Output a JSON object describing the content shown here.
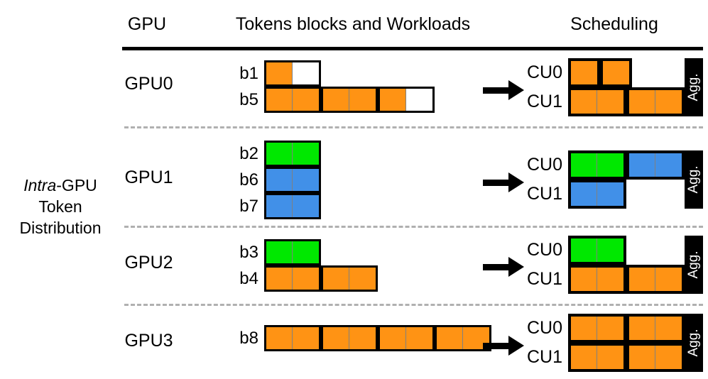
{
  "figure": {
    "side_caption_italic": "Intra",
    "side_caption_rest": "-GPU",
    "side_caption_line2": "Token",
    "side_caption_line3": "Distribution"
  },
  "headers": {
    "gpu": "GPU",
    "tokens": "Tokens blocks and Workloads",
    "scheduling": "Scheduling"
  },
  "colors": {
    "orange": "#FF9314",
    "green": "#00E800",
    "blue": "#4190E8",
    "white": "#FFFFFF",
    "outline": "#000000",
    "separator": "#B0B0B0"
  },
  "agg_label": "Agg.",
  "rows": [
    {
      "gpu": "GPU0",
      "blocks": [
        {
          "name": "b1",
          "groups": [
            [
              "orange",
              "white"
            ]
          ]
        },
        {
          "name": "b5",
          "groups": [
            [
              "orange",
              "orange"
            ],
            [
              "orange",
              "orange"
            ],
            [
              "orange",
              "white"
            ]
          ]
        }
      ],
      "scheduling": {
        "units": [
          "CU0",
          "CU1"
        ],
        "cu_rows": [
          {
            "unit": "CU0",
            "groups": [
              [
                "orange"
              ],
              [
                "orange"
              ]
            ]
          },
          {
            "unit": "CU1",
            "groups": [
              [
                "orange",
                "orange"
              ],
              [
                "orange",
                "orange"
              ]
            ]
          }
        ]
      }
    },
    {
      "gpu": "GPU1",
      "blocks": [
        {
          "name": "b2",
          "groups": [
            [
              "green",
              "green"
            ]
          ]
        },
        {
          "name": "b6",
          "groups": [
            [
              "blue",
              "blue"
            ]
          ]
        },
        {
          "name": "b7",
          "groups": [
            [
              "blue",
              "blue"
            ]
          ]
        }
      ],
      "scheduling": {
        "units": [
          "CU0",
          "CU1"
        ],
        "cu_rows": [
          {
            "unit": "CU0",
            "groups": [
              [
                "green",
                "green"
              ],
              [
                "blue",
                "blue"
              ]
            ]
          },
          {
            "unit": "CU1",
            "groups": [
              [
                "blue",
                "blue"
              ]
            ]
          }
        ]
      }
    },
    {
      "gpu": "GPU2",
      "blocks": [
        {
          "name": "b3",
          "groups": [
            [
              "green",
              "green"
            ]
          ]
        },
        {
          "name": "b4",
          "groups": [
            [
              "orange",
              "orange"
            ],
            [
              "orange",
              "orange"
            ]
          ]
        }
      ],
      "scheduling": {
        "units": [
          "CU0",
          "CU1"
        ],
        "cu_rows": [
          {
            "unit": "CU0",
            "groups": [
              [
                "green",
                "green"
              ]
            ]
          },
          {
            "unit": "CU1",
            "groups": [
              [
                "orange",
                "orange"
              ],
              [
                "orange",
                "orange"
              ]
            ]
          }
        ]
      }
    },
    {
      "gpu": "GPU3",
      "blocks": [
        {
          "name": "b8",
          "groups": [
            [
              "orange",
              "orange"
            ],
            [
              "orange",
              "orange"
            ],
            [
              "orange",
              "orange"
            ],
            [
              "orange",
              "orange"
            ]
          ]
        }
      ],
      "scheduling": {
        "units": [
          "CU0",
          "CU1"
        ],
        "cu_rows": [
          {
            "unit": "CU0",
            "groups": [
              [
                "orange",
                "orange"
              ],
              [
                "orange",
                "orange"
              ]
            ]
          },
          {
            "unit": "CU1",
            "groups": [
              [
                "orange",
                "orange"
              ],
              [
                "orange",
                "orange"
              ]
            ]
          }
        ]
      }
    }
  ]
}
